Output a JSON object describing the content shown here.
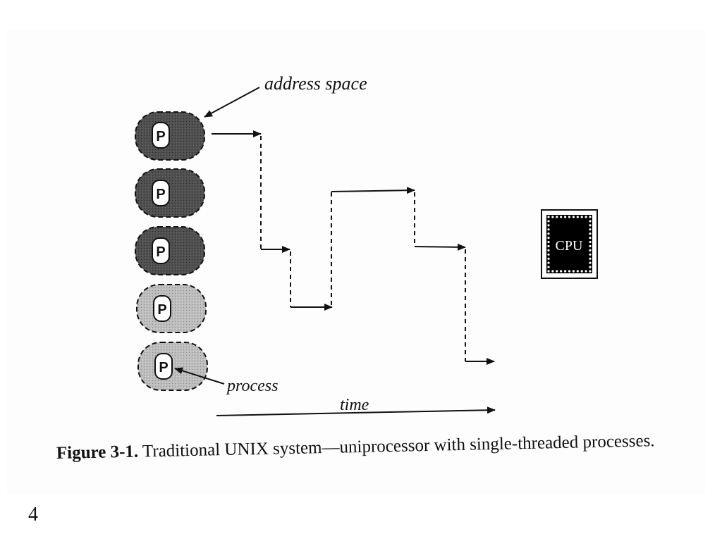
{
  "figure": {
    "labels": {
      "address_space": "address space",
      "process": "process",
      "time": "time",
      "cpu": "CPU"
    },
    "process_letter": "P",
    "processes": [
      {
        "state": "dark"
      },
      {
        "state": "dark"
      },
      {
        "state": "dark"
      },
      {
        "state": "light"
      },
      {
        "state": "light"
      }
    ],
    "colors": {
      "dark_fill": "#4a4a4a",
      "light_fill": "#b8b8b8",
      "cpu_body": "#000000",
      "line": "#111111"
    }
  },
  "caption": {
    "number": "Figure 3-1.",
    "text": " Traditional UNIX system—uniprocessor with single-threaded processes."
  },
  "slide_number": "4"
}
